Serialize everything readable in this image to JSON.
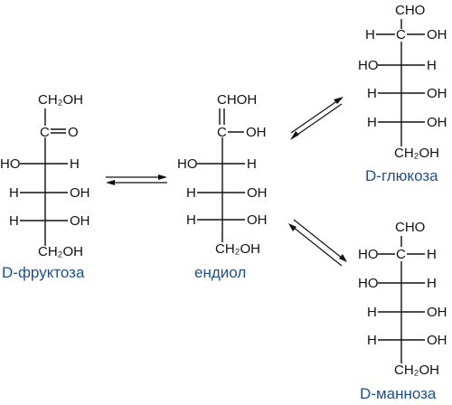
{
  "molecules": {
    "fructose": {
      "name": "D-фруктоза",
      "top": "CH₂OH",
      "c2": "C",
      "c2_sub": "O",
      "rows": [
        {
          "left": "HO",
          "right": "H"
        },
        {
          "left": "H",
          "right": "OH"
        },
        {
          "left": "H",
          "right": "OH"
        }
      ],
      "bottom": "CH₂OH"
    },
    "enediol": {
      "name": "ендиол",
      "top": "CHOH",
      "c2": "C",
      "c2_sub": "OH",
      "rows": [
        {
          "left": "HO",
          "right": "H"
        },
        {
          "left": "H",
          "right": "OH"
        },
        {
          "left": "H",
          "right": "OH"
        }
      ],
      "bottom": "CH₂OH"
    },
    "glucose": {
      "name": "D-глюкоза",
      "top": "CHO",
      "c2_left": "H",
      "c2": "C",
      "c2_right": "OH",
      "rows": [
        {
          "left": "HO",
          "right": "H"
        },
        {
          "left": "H",
          "right": "OH"
        },
        {
          "left": "H",
          "right": "OH"
        }
      ],
      "bottom": "CH₂OH"
    },
    "mannose": {
      "name": "D-манноза",
      "top": "CHO",
      "c2_left": "HO",
      "c2": "C",
      "c2_right": "H",
      "rows": [
        {
          "left": "HO",
          "right": "H"
        },
        {
          "left": "H",
          "right": "OH"
        },
        {
          "left": "H",
          "right": "OH"
        }
      ],
      "bottom": "CH₂OH"
    }
  },
  "equilibria": [
    {
      "from": "fructose",
      "to": "enediol"
    },
    {
      "from": "enediol",
      "to": "glucose"
    },
    {
      "from": "enediol",
      "to": "mannose"
    }
  ]
}
